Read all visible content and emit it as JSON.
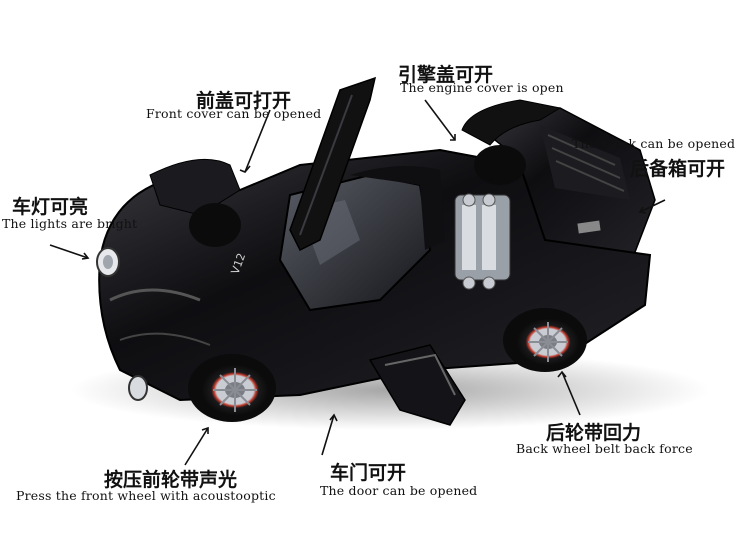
{
  "annotations": {
    "front_cover": {
      "zh": "前盖可打开",
      "en": "Front cover can be opened"
    },
    "engine_cover": {
      "zh": "引擎盖可开",
      "en": "The engine cover is open"
    },
    "lights": {
      "zh": "车灯可亮",
      "en": "The lights are bright"
    },
    "trunk": {
      "zh": "后备箱可开",
      "en": "The trunk can be opened"
    },
    "front_wheel": {
      "zh": "按压前轮带声光",
      "en": "Press the front wheel with acoustooptic"
    },
    "door": {
      "zh": "车门可开",
      "en": "The door can be opened"
    },
    "back_wheel": {
      "zh": "后轮带回力",
      "en": "Back wheel belt back force"
    }
  },
  "car": {
    "engine_badge": "V12",
    "body_color": "#0d0d0f",
    "rim_color": "#c0392b"
  }
}
